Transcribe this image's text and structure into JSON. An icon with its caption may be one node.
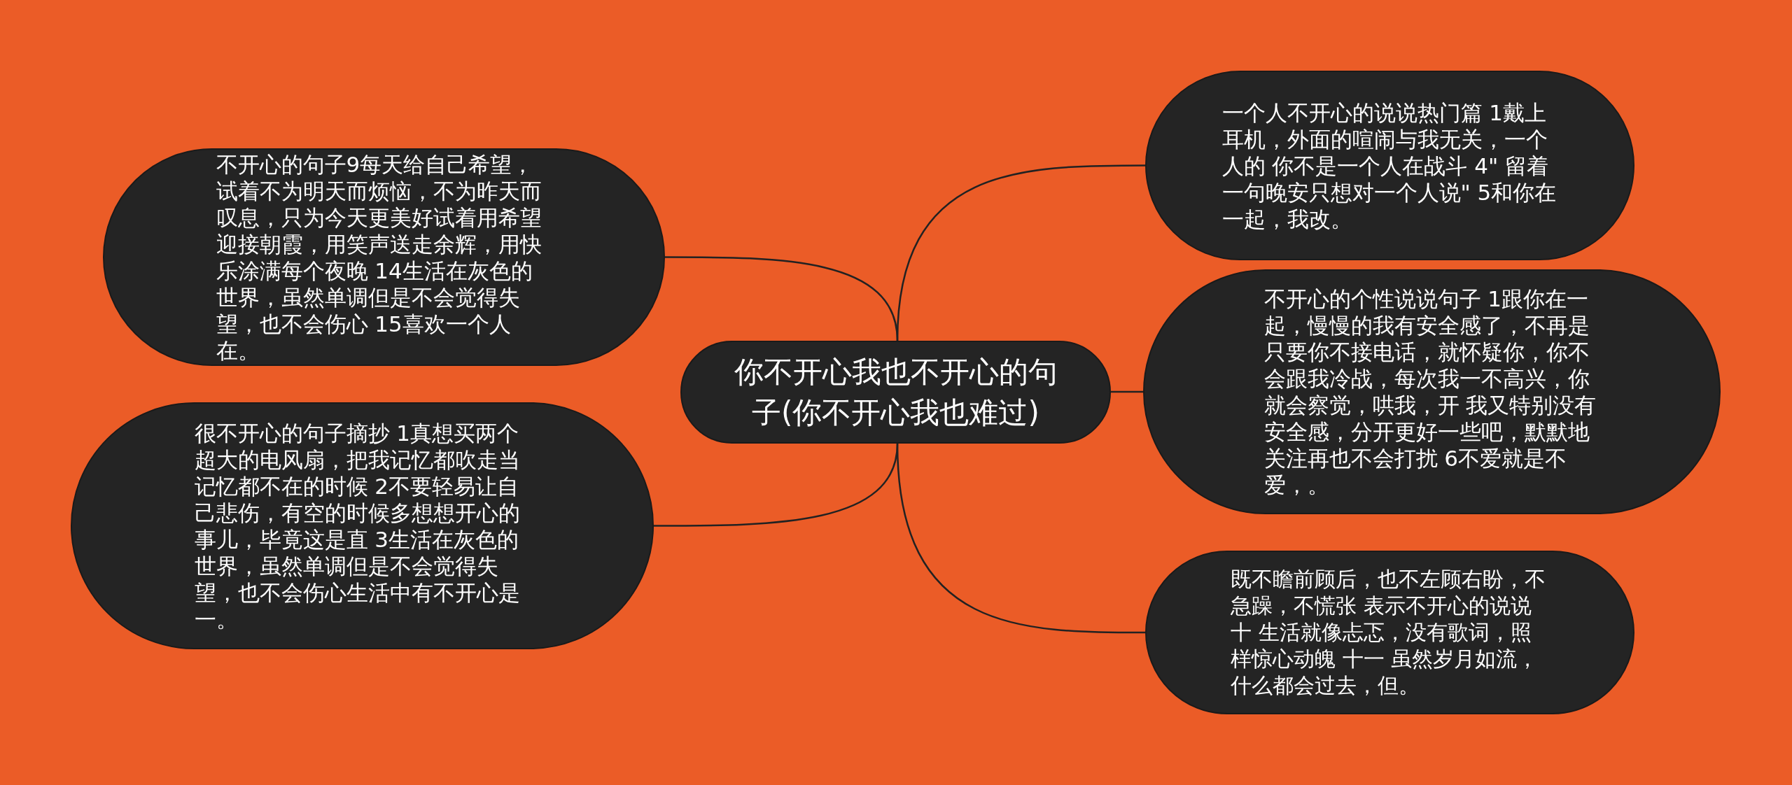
{
  "diagram": {
    "nodes": [
      {
        "text": [
          "你不开心我也不开心的句子(你不开心我也难过)"
        ]
      },
      {
        "text": [
          "不开心的句子9每天给自己希望，试着不为明天而烦恼，不为昨天而叹息，只为今天更美好试着用希望迎接朝霞，用笑声送走余辉，用快乐涂满每个夜晚 14生活在灰色的世界，虽然单调但是不会觉得失望，也不会伤心 15喜欢一个人在。"
        ]
      },
      {
        "text": [
          "很不开心的句子摘抄 1真想买两个超大的电风扇，把我记忆都吹走当记忆都不在的时候 2不要轻易让自己悲伤，有空的时候多想想开心的事儿，毕竟这是直 3生活在灰色的世界，虽然单调但是不会觉得失望，也不会伤心生活中有不开心是一。"
        ]
      },
      {
        "text": [
          "一个人不开心的说说热门篇 1戴上耳机，外面的喧闹与我无关，一个人的 你不是一个人在战斗 4\" 留着一句晚安只想对一个人说\" 5和你在一起，我改。"
        ]
      },
      {
        "text": [
          "不开心的个性说说句子 1跟你在一起，慢慢的我有安全感了，不再是只要你不接电话，就怀疑你，你不会跟我冷战，每次我一不高兴，你就会察觉，哄我，开 我又特别没有安全感，分开更好一些吧，默默地关注再也不会打扰 6不爱就是不爱，。"
        ]
      },
      {
        "text": [
          "既不瞻前顾后，也不左顾右盼，不急躁，不慌张 表示不开心的说说十 生活就像忐忑，没有歌词，照样惊心动魄 十一 虽然岁月如流，什么都会过去，但。"
        ]
      }
    ],
    "edges": [
      {
        "from": 0,
        "to": 1,
        "arrow": "none"
      },
      {
        "from": 0,
        "to": 2,
        "arrow": "none"
      },
      {
        "from": 0,
        "to": 3,
        "arrow": "none"
      },
      {
        "from": 0,
        "to": 4,
        "arrow": "none"
      },
      {
        "from": 0,
        "to": 5,
        "arrow": "none"
      }
    ]
  }
}
